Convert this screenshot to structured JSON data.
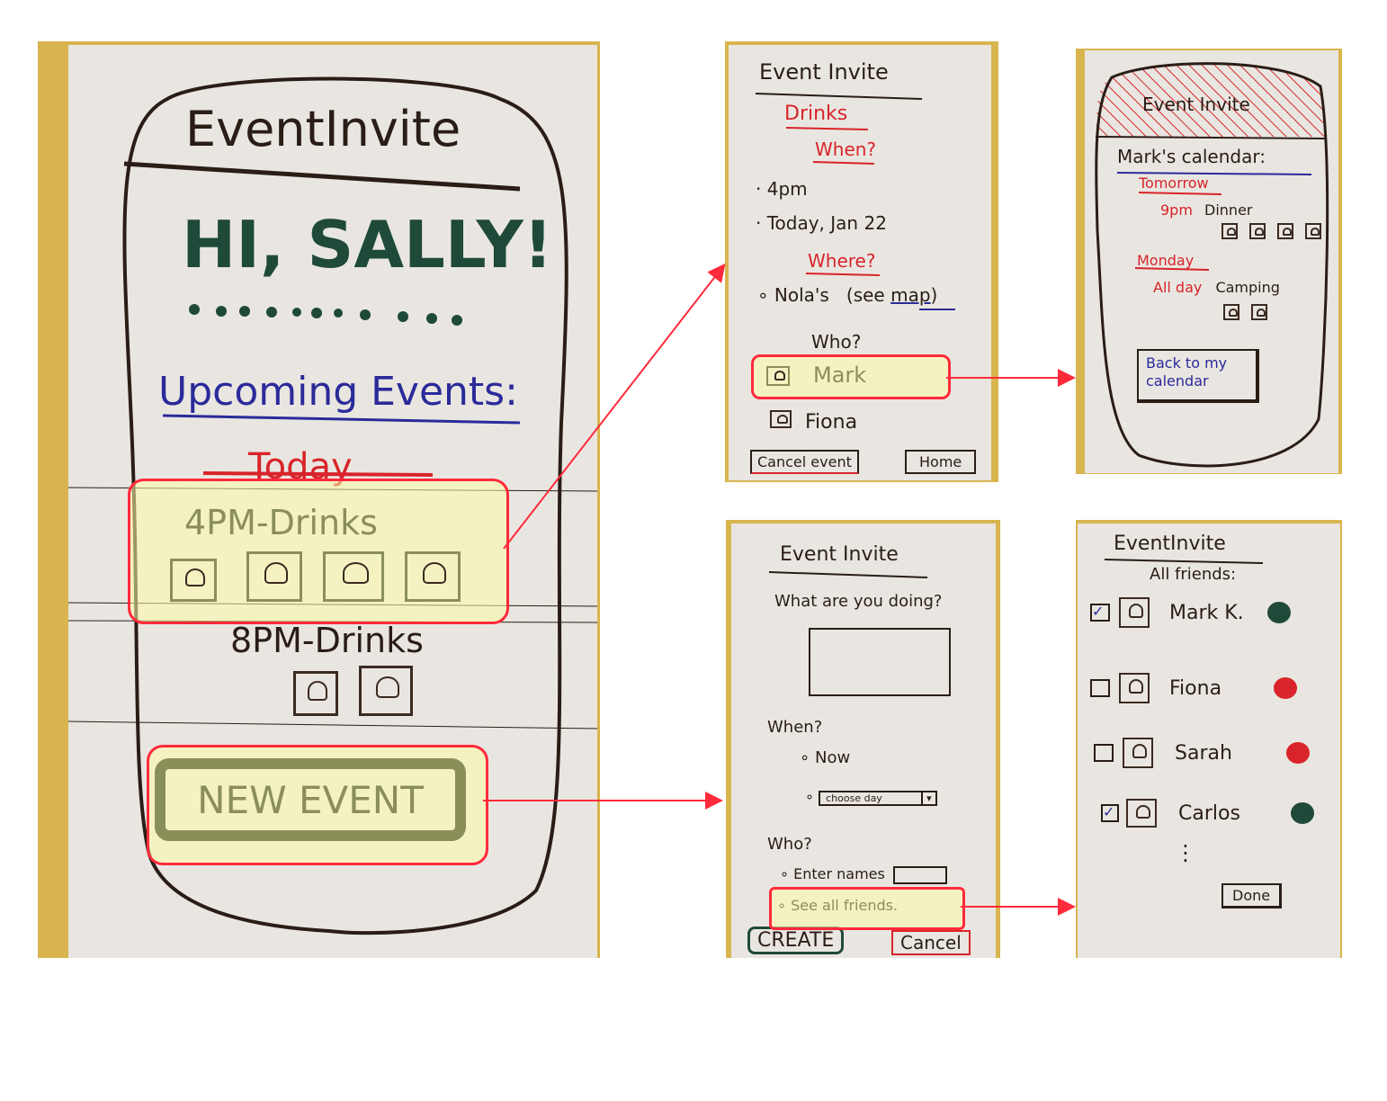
{
  "home": {
    "app_title": "EventInvite",
    "greeting": "HI, SALLY!",
    "upcoming_heading": "Upcoming Events:",
    "today_label": "Today",
    "event1_label": "4PM-Drinks",
    "event2_label": "8PM-Drinks",
    "new_event_button": "NEW EVENT"
  },
  "detail": {
    "app_title": "Event Invite",
    "event_name": "Drinks",
    "when_heading": "When?",
    "time": "4pm",
    "date": "Today, Jan 22",
    "where_heading": "Where?",
    "location": "Nola's",
    "see_prefix": "(see",
    "map_link": "map",
    "see_suffix": ")",
    "who_heading": "Who?",
    "attendees": [
      "Mark",
      "Fiona"
    ],
    "cancel_button": "Cancel event",
    "home_button": "Home"
  },
  "calendar": {
    "app_title": "Event Invite",
    "heading": "Mark's calendar:",
    "day1": "Tomorrow",
    "day1_time": "9pm",
    "day1_event": "Dinner",
    "day2": "Monday",
    "day2_time": "All day",
    "day2_event": "Camping",
    "back_button": "Back to my calendar"
  },
  "create": {
    "app_title": "Event Invite",
    "question": "What are you doing?",
    "when_heading": "When?",
    "option_now": "Now",
    "option_choose_day": "choose day",
    "who_heading": "Who?",
    "enter_names": "Enter names",
    "see_all_friends": "See all friends.",
    "create_button": "CREATE",
    "cancel_button": "Cancel"
  },
  "friends": {
    "app_title": "EventInvite",
    "heading": "All friends:",
    "list": [
      {
        "name": "Mark K.",
        "checked": true,
        "dot_color": "#1f4a3a"
      },
      {
        "name": "Fiona",
        "checked": false,
        "dot_color": "#d8242a"
      },
      {
        "name": "Sarah",
        "checked": false,
        "dot_color": "#d8242a"
      },
      {
        "name": "Carlos",
        "checked": true,
        "dot_color": "#1f4a3a"
      }
    ],
    "more": "⋮",
    "done_button": "Done"
  },
  "colors": {
    "highlight_border": "#ff2a3a",
    "highlight_fill": "#fffcaa",
    "ink": "#2a1d16",
    "green_ink": "#1f4a3a",
    "red_ink": "#d8242a",
    "blue_ink": "#2b2a9a",
    "olive": "#8a8f5a"
  }
}
